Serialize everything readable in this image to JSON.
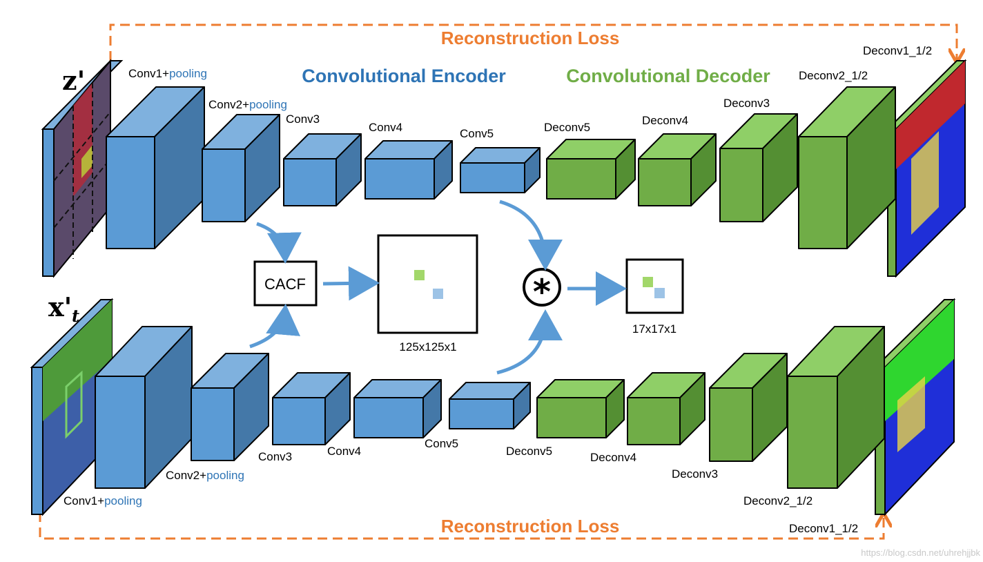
{
  "titles": {
    "encoder": "Convolutional Encoder",
    "decoder": "Convolutional Decoder",
    "loss_top": "Reconstruction Loss",
    "loss_bottom": "Reconstruction Loss"
  },
  "inputs": {
    "top_symbol": "z'",
    "bottom_symbol": "x'",
    "bottom_subscript": "t"
  },
  "top_labels": {
    "conv1": "Conv1+",
    "conv1_pool": "pooling",
    "conv2": "Conv2+",
    "conv2_pool": "pooling",
    "conv3": "Conv3",
    "conv4": "Conv4",
    "conv5": "Conv5",
    "deconv5": "Deconv5",
    "deconv4": "Deconv4",
    "deconv3": "Deconv3",
    "deconv2": "Deconv2_1/2",
    "deconv1": "Deconv1_1/2"
  },
  "bottom_labels": {
    "conv1": "Conv1+",
    "conv1_pool": "pooling",
    "conv2": "Conv2+",
    "conv2_pool": "pooling",
    "conv3": "Conv3",
    "conv4": "Conv4",
    "conv5": "Conv5",
    "deconv5": "Deconv5",
    "deconv4": "Deconv4",
    "deconv3": "Deconv3",
    "deconv2": "Deconv2_1/2",
    "deconv1": "Deconv1_1/2"
  },
  "center": {
    "cacf": "CACF",
    "map_large": "125x125x1",
    "map_small": "17x17x1",
    "operator": "*"
  },
  "watermark": "https://blog.csdn.net/uhrehjjbk",
  "colors": {
    "encoder_blue": "#5b9bd5",
    "decoder_green": "#70ad47",
    "loss_orange": "#ed7d31",
    "arrow_blue": "#5b9bd5"
  }
}
